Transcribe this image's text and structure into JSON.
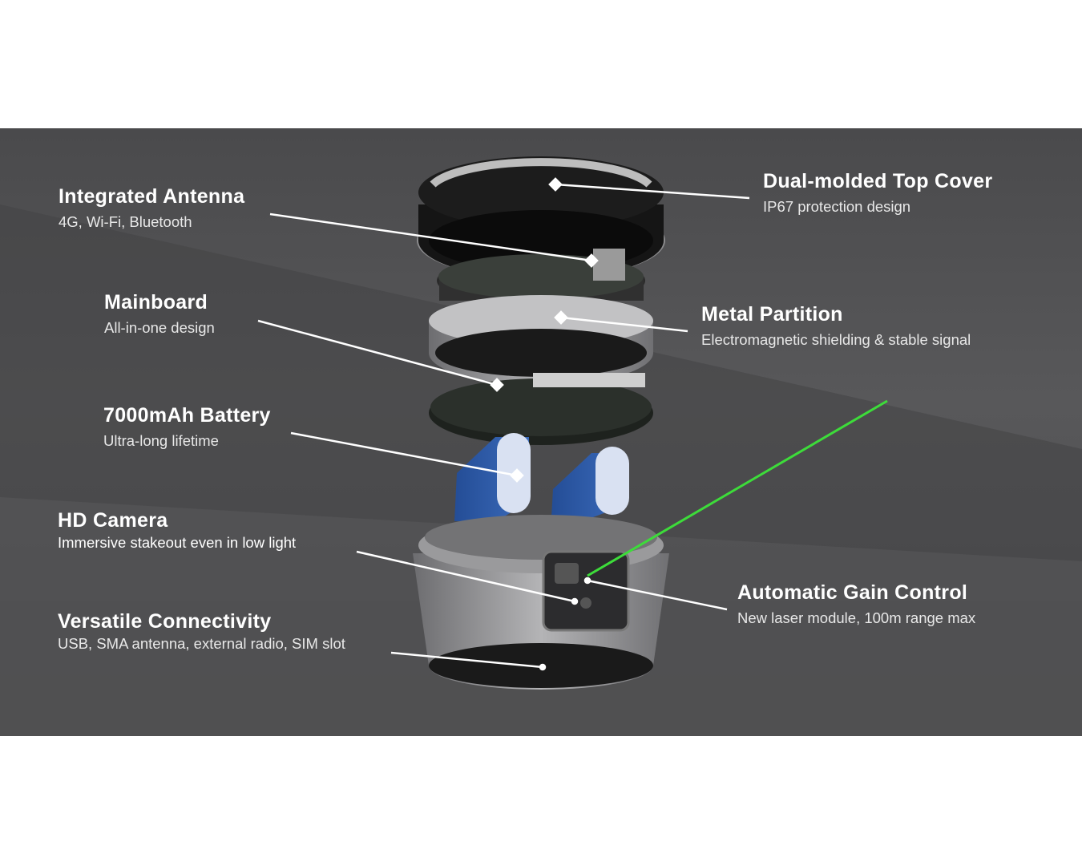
{
  "colors": {
    "background": "#525254",
    "laser": "#3ddc3a",
    "battery": "#2f5aa3",
    "text": "#ffffff"
  },
  "callouts": [
    {
      "id": "top-cover",
      "title": "Dual-molded Top Cover",
      "subtitle": "IP67 protection design"
    },
    {
      "id": "antenna",
      "title": "Integrated Antenna",
      "subtitle": "4G, Wi-Fi, Bluetooth"
    },
    {
      "id": "mainboard",
      "title": "Mainboard",
      "subtitle": "All-in-one design"
    },
    {
      "id": "metal-partition",
      "title": "Metal Partition",
      "subtitle": "Electromagnetic shielding & stable signal"
    },
    {
      "id": "battery",
      "title": "7000mAh Battery",
      "subtitle": "Ultra-long lifetime"
    },
    {
      "id": "camera",
      "title": "HD Camera",
      "subtitle": "Immersive stakeout even in low light"
    },
    {
      "id": "gain-control",
      "title": "Automatic Gain Control",
      "subtitle": "New laser module, 100m range max"
    },
    {
      "id": "connectivity",
      "title": "Versatile Connectivity",
      "subtitle": "USB, SMA antenna, external radio, SIM slot"
    }
  ]
}
